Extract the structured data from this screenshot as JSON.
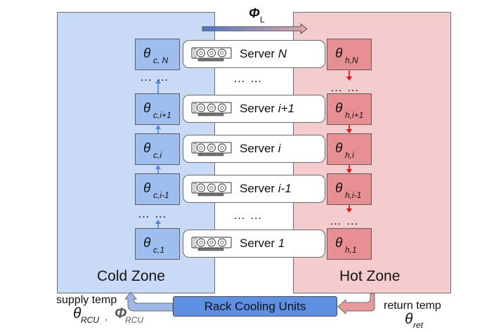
{
  "zones": {
    "cold_label": "Cold Zone",
    "hot_label": "Hot Zone"
  },
  "flow": {
    "symbol": "Φ",
    "subscript": "L"
  },
  "servers": [
    {
      "prefix": "Server ",
      "index": "N"
    },
    {
      "prefix": "Server ",
      "index": "i+1"
    },
    {
      "prefix": "Server ",
      "index": "i"
    },
    {
      "prefix": "Server ",
      "index": "i-1"
    },
    {
      "prefix": "Server ",
      "index": "1"
    }
  ],
  "cold_cells": [
    {
      "symbol": "θ",
      "subscript": "c, N"
    },
    {
      "symbol": "θ",
      "subscript": "c,i+1"
    },
    {
      "symbol": "θ",
      "subscript": "c,i"
    },
    {
      "symbol": "θ",
      "subscript": "c,i-1"
    },
    {
      "symbol": "θ",
      "subscript": "c,1"
    }
  ],
  "hot_cells": [
    {
      "symbol": "θ",
      "subscript": "h,N"
    },
    {
      "symbol": "θ",
      "subscript": "h,i+1"
    },
    {
      "symbol": "θ",
      "subscript": "h,i"
    },
    {
      "symbol": "θ",
      "subscript": "h,i-1"
    },
    {
      "symbol": "θ",
      "subscript": "h,1"
    }
  ],
  "ellipsis": "… …",
  "rcu_label": "Rack Cooling Units",
  "supply": {
    "label": "supply temp",
    "theta_symbol": "θ",
    "theta_subscript": "RCU",
    "separator": ",",
    "phi_symbol": "Φ",
    "phi_subscript": "RCU"
  },
  "return": {
    "label": "return temp",
    "theta_symbol": "θ",
    "theta_subscript": "ret"
  },
  "colors": {
    "cold_zone": "#c8daf6",
    "hot_zone": "#f4cccd",
    "cold_cell": "#9ebeef",
    "hot_cell": "#e78f92",
    "rcu": "#5d8fe3",
    "cold_arrow": "#4a86e8",
    "hot_arrow": "#ff0000"
  }
}
